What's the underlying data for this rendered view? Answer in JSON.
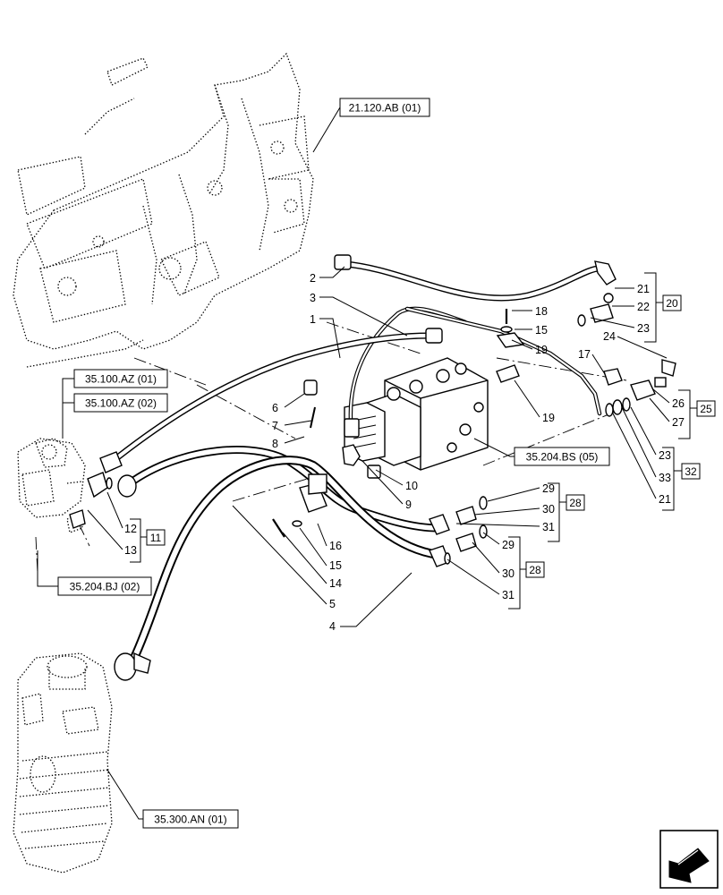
{
  "ref_boxes": {
    "r21120": "21.120.AB (01)",
    "r35100a": "35.100.AZ (01)",
    "r35100b": "35.100.AZ (02)",
    "r35204bs": "35.204.BS (05)",
    "r35204bj": "35.204.BJ (02)",
    "r35300": "35.300.AN (01)"
  },
  "kits": {
    "k20": "20",
    "k25": "25",
    "k32": "32",
    "k11": "11",
    "k28a": "28",
    "k28b": "28"
  },
  "callouts": {
    "c2": "2",
    "c3": "3",
    "c1": "1",
    "c21a": "21",
    "c22": "22",
    "c23a": "23",
    "c18": "18",
    "c15a": "15",
    "c19a": "19",
    "c24": "24",
    "c17": "17",
    "c26": "26",
    "c27": "27",
    "c23b": "23",
    "c33": "33",
    "c21b": "21",
    "c19b": "19",
    "c6": "6",
    "c7": "7",
    "c8": "8",
    "c10": "10",
    "c9": "9",
    "c29a": "29",
    "c30a": "30",
    "c31a": "31",
    "c29b": "29",
    "c30b": "30",
    "c31b": "31",
    "c16": "16",
    "c15b": "15",
    "c14": "14",
    "c5": "5",
    "c4": "4",
    "c12": "12",
    "c13": "13"
  }
}
